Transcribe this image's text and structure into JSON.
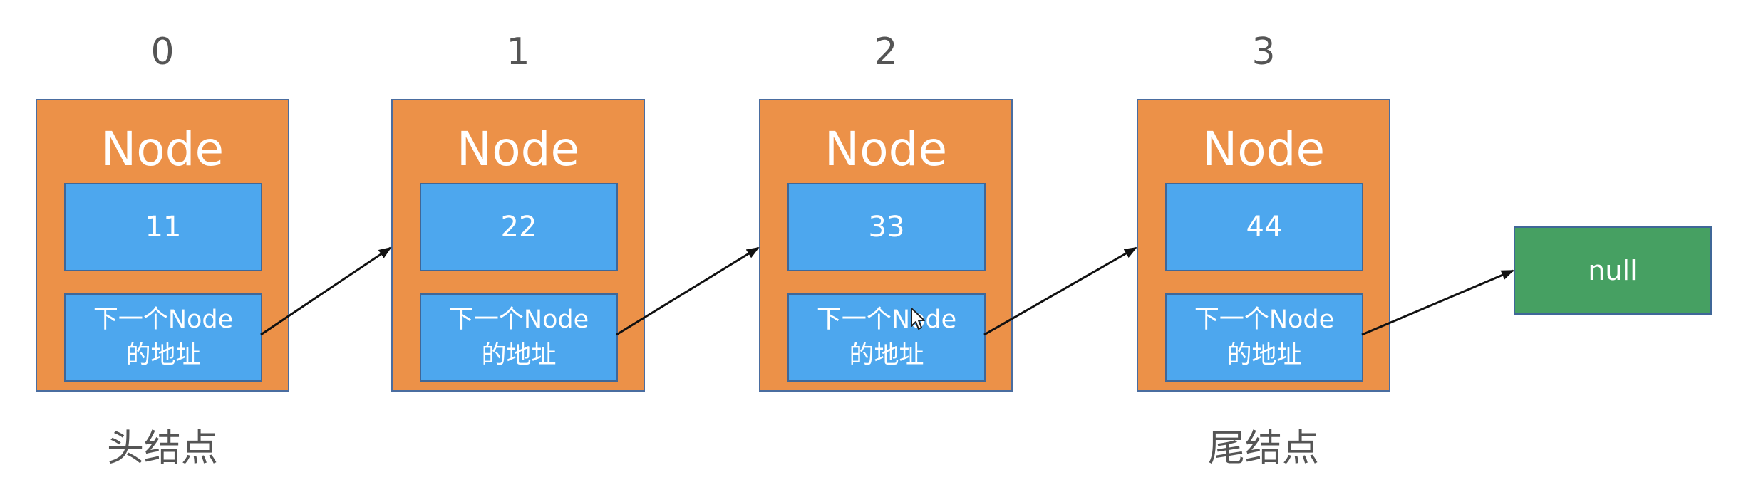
{
  "diagram": {
    "nodes": [
      {
        "index": "0",
        "title": "Node",
        "value": "11",
        "next_line1": "下一个Node",
        "next_line2": "的地址"
      },
      {
        "index": "1",
        "title": "Node",
        "value": "22",
        "next_line1": "下一个Node",
        "next_line2": "的地址"
      },
      {
        "index": "2",
        "title": "Node",
        "value": "33",
        "next_line1": "下一个Node",
        "next_line2": "的地址"
      },
      {
        "index": "3",
        "title": "Node",
        "value": "44",
        "next_line1": "下一个Node",
        "next_line2": "的地址"
      }
    ],
    "null_label": "null",
    "head_label": "头结点",
    "tail_label": "尾结点",
    "colors": {
      "node_fill": "#ec9148",
      "field_fill": "#4da7ee",
      "null_fill": "#46a062",
      "border": "#3f6798",
      "arrow": "#111111"
    }
  }
}
